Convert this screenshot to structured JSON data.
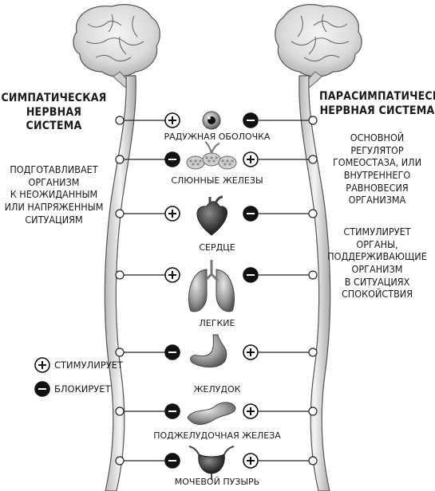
{
  "left": {
    "title": "СИМПАТИЧЕСКАЯ\nНЕРВНАЯ\nСИСТЕМА",
    "description": "ПОДГОТАВЛИВАЕТ\nОРГАНИЗМ\nК НЕОЖИДАННЫМ\nИЛИ НАПРЯЖЕННЫМ\nСИТУАЦИЯМ"
  },
  "right": {
    "title": "ПАРАСИМПАТИЧЕСКАЯ\nНЕРВНАЯ СИСТЕМА",
    "description1": "ОСНОВНОЙ РЕГУЛЯТОР\nГОМЕОСТАЗА, ИЛИ\nВНУТРЕННЕГО\nРАВНОВЕСИЯ\nОРГАНИЗМА",
    "description2": "СТИМУЛИРУЕТ\nОРГАНЫ,\nПОДДЕРЖИВАЮЩИЕ\nОРГАНИЗМ\nВ СИТУАЦИЯХ\nСПОКОЙСТВИЯ"
  },
  "legend": {
    "stimulates": "СТИМУЛИРУЕТ",
    "blocks": "БЛОКИРУЕТ"
  },
  "organs": [
    {
      "label": "РАДУЖНАЯ ОБОЛОЧКА",
      "left": "plus",
      "right": "minus",
      "icon": "eye-icon"
    },
    {
      "label": "СЛЮННЫЕ ЖЕЛЕЗЫ",
      "left": "minus",
      "right": "plus",
      "icon": "salivary-glands-icon"
    },
    {
      "label": "СЕРДЦЕ",
      "left": "plus",
      "right": "minus",
      "icon": "heart-icon"
    },
    {
      "label": "ЛЕГКИЕ",
      "left": "plus",
      "right": "minus",
      "icon": "lungs-icon"
    },
    {
      "label": "ЖЕЛУДОК",
      "left": "minus",
      "right": "plus",
      "icon": "stomach-icon"
    },
    {
      "label": "ПОДЖЕЛУДОЧНАЯ ЖЕЛЕЗА",
      "left": "minus",
      "right": "plus",
      "icon": "pancreas-icon"
    },
    {
      "label": "МОЧЕВОЙ ПУЗЫРЬ",
      "left": "minus",
      "right": "plus",
      "icon": "bladder-icon"
    }
  ]
}
